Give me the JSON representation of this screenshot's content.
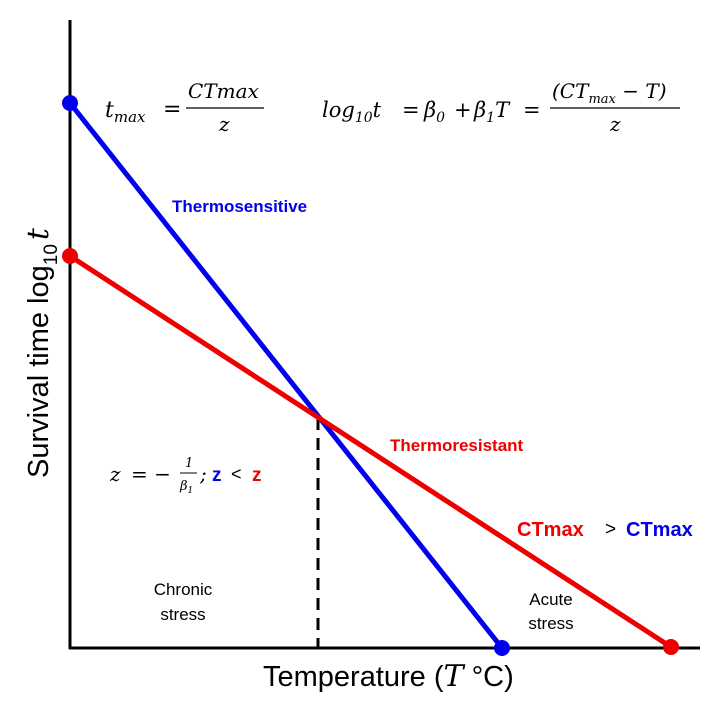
{
  "colors": {
    "axis": "#000000",
    "thermosensitive": "#0000ee",
    "thermoresistant": "#ee0000",
    "text": "#000000"
  },
  "axes": {
    "x_label": "Temperature (",
    "x_label_var": "T",
    "x_label_unit": " °C)",
    "y_label": "Survival time log",
    "y_label_sub": "10",
    "y_label_var": "t"
  },
  "formulas": {
    "tmax_lhs": "t",
    "tmax_lhs_sub": "max",
    "tmax_eq": "=",
    "tmax_num": "CTmax",
    "tmax_den": "z",
    "log_lhs": "log",
    "log_lhs_sub": "10",
    "log_lhs_var": "t",
    "log_eq": "=",
    "log_mid": "β",
    "log_mid_sub0": "0",
    "log_plus": "+",
    "log_b1": "β",
    "log_b1_sub": "1",
    "log_b1_var": "T",
    "log_eq2": "=",
    "log_num_open": "(CT",
    "log_num_sub": "max",
    "log_num_close": " − T)",
    "log_den": "z",
    "z_lhs": "z",
    "z_eq": "= −",
    "z_frac_num": "1",
    "z_frac_den": "β",
    "z_frac_den_sub": "1",
    "z_sep": ";",
    "z_blue": "z",
    "z_lt": "<",
    "z_red": "z"
  },
  "labels": {
    "thermosensitive": "Thermosensitive",
    "thermoresistant": "Thermoresistant",
    "ctmax_red": "CTmax",
    "ctmax_gt": ">",
    "ctmax_blue": "CTmax",
    "chronic_line1": "Chronic",
    "chronic_line2": "stress",
    "acute_line1": "Acute",
    "acute_line2": "stress"
  }
}
